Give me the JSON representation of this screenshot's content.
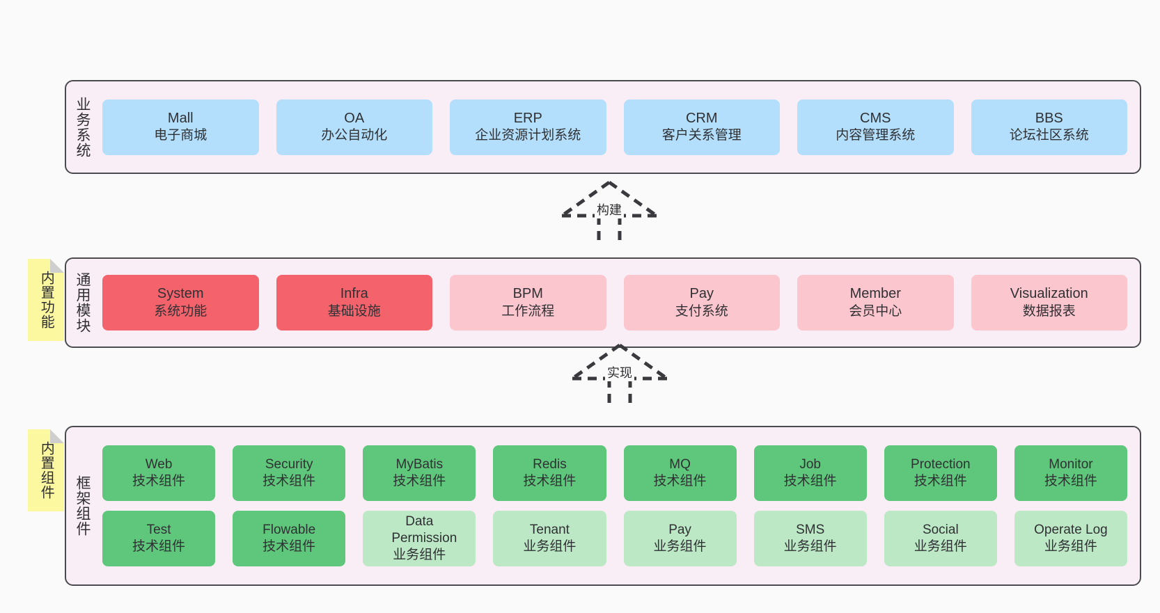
{
  "diagram": {
    "background": "#fafafa",
    "palette": {
      "layer_fill": "#faeef6",
      "layer_border": "#4a4a4f",
      "blue": "#b3dffc",
      "red": "#f4636c",
      "pink": "#fcc6cf",
      "green": "#5fc77b",
      "green_light": "#bde8c6",
      "note_yellow": "#fcf8a0",
      "note_fold": "#cfcfcf"
    },
    "layers": [
      {
        "id": "business-system",
        "title": "业务系统",
        "rows": [
          [
            {
              "en": "Mall",
              "cn": "电子商城",
              "color": "blue"
            },
            {
              "en": "OA",
              "cn": "办公自动化",
              "color": "blue"
            },
            {
              "en": "ERP",
              "cn": "企业资源计划系统",
              "color": "blue"
            },
            {
              "en": "CRM",
              "cn": "客户关系管理",
              "color": "blue"
            },
            {
              "en": "CMS",
              "cn": "内容管理系统",
              "color": "blue"
            },
            {
              "en": "BBS",
              "cn": "论坛社区系统",
              "color": "blue"
            }
          ]
        ]
      },
      {
        "id": "common-module",
        "title": "通用模块",
        "note": "内置功能",
        "rows": [
          [
            {
              "en": "System",
              "cn": "系统功能",
              "color": "red"
            },
            {
              "en": "Infra",
              "cn": "基础设施",
              "color": "red"
            },
            {
              "en": "BPM",
              "cn": "工作流程",
              "color": "pink"
            },
            {
              "en": "Pay",
              "cn": "支付系统",
              "color": "pink"
            },
            {
              "en": "Member",
              "cn": "会员中心",
              "color": "pink"
            },
            {
              "en": "Visualization",
              "cn": "数据报表",
              "color": "pink"
            }
          ]
        ]
      },
      {
        "id": "framework-component",
        "title": "框架组件",
        "note": "内置组件",
        "rows": [
          [
            {
              "en": "Web",
              "cn": "技术组件",
              "color": "green"
            },
            {
              "en": "Security",
              "cn": "技术组件",
              "color": "green"
            },
            {
              "en": "MyBatis",
              "cn": "技术组件",
              "color": "green"
            },
            {
              "en": "Redis",
              "cn": "技术组件",
              "color": "green"
            },
            {
              "en": "MQ",
              "cn": "技术组件",
              "color": "green"
            },
            {
              "en": "Job",
              "cn": "技术组件",
              "color": "green"
            },
            {
              "en": "Protection",
              "cn": "技术组件",
              "color": "green"
            },
            {
              "en": "Monitor",
              "cn": "技术组件",
              "color": "green"
            }
          ],
          [
            {
              "en": "Test",
              "cn": "技术组件",
              "color": "green"
            },
            {
              "en": "Flowable",
              "cn": "技术组件",
              "color": "green"
            },
            {
              "en": "Data Permission",
              "cn": "业务组件",
              "color": "green_light"
            },
            {
              "en": "Tenant",
              "cn": "业务组件",
              "color": "green_light"
            },
            {
              "en": "Pay",
              "cn": "业务组件",
              "color": "green_light"
            },
            {
              "en": "SMS",
              "cn": "业务组件",
              "color": "green_light"
            },
            {
              "en": "Social",
              "cn": "业务组件",
              "color": "green_light"
            },
            {
              "en": "Operate Log",
              "cn": "业务组件",
              "color": "green_light"
            }
          ]
        ]
      }
    ],
    "connectors": [
      {
        "id": "build",
        "label": "构建"
      },
      {
        "id": "implement",
        "label": "实现"
      }
    ]
  }
}
